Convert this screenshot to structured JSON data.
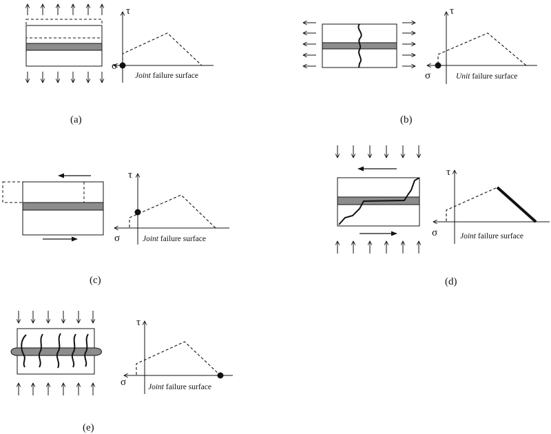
{
  "figure": {
    "panels": [
      {
        "id": "a",
        "label": "(a)",
        "tau_symbol": "τ",
        "sigma_symbol": "σ",
        "surface_emph": "Joint",
        "surface_rest": " failure surface",
        "load": "vertical-tension",
        "failure_point": "apex-left"
      },
      {
        "id": "b",
        "label": "(b)",
        "tau_symbol": "τ",
        "sigma_symbol": "σ",
        "surface_emph": "Unit",
        "surface_rest": " failure surface",
        "load": "horizontal-tension",
        "failure_point": "apex-left"
      },
      {
        "id": "c",
        "label": "(c)",
        "tau_symbol": "τ",
        "sigma_symbol": "σ",
        "surface_emph": "Joint",
        "surface_rest": " failure surface",
        "load": "shear",
        "failure_point": "tau-axis"
      },
      {
        "id": "d",
        "label": "(d)",
        "tau_symbol": "τ",
        "sigma_symbol": "σ",
        "surface_emph": "Joint",
        "surface_rest": " failure surface",
        "load": "shear-compression",
        "failure_point": "descending-branch"
      },
      {
        "id": "e",
        "label": "(e)",
        "tau_symbol": "τ",
        "sigma_symbol": "σ",
        "surface_emph": "Joint",
        "surface_rest": " failure surface",
        "load": "vertical-compression",
        "failure_point": "compressive-end"
      }
    ]
  },
  "colors": {
    "ink": "#111111",
    "mortar": "#8c8c8c",
    "background": "#ffffff"
  }
}
